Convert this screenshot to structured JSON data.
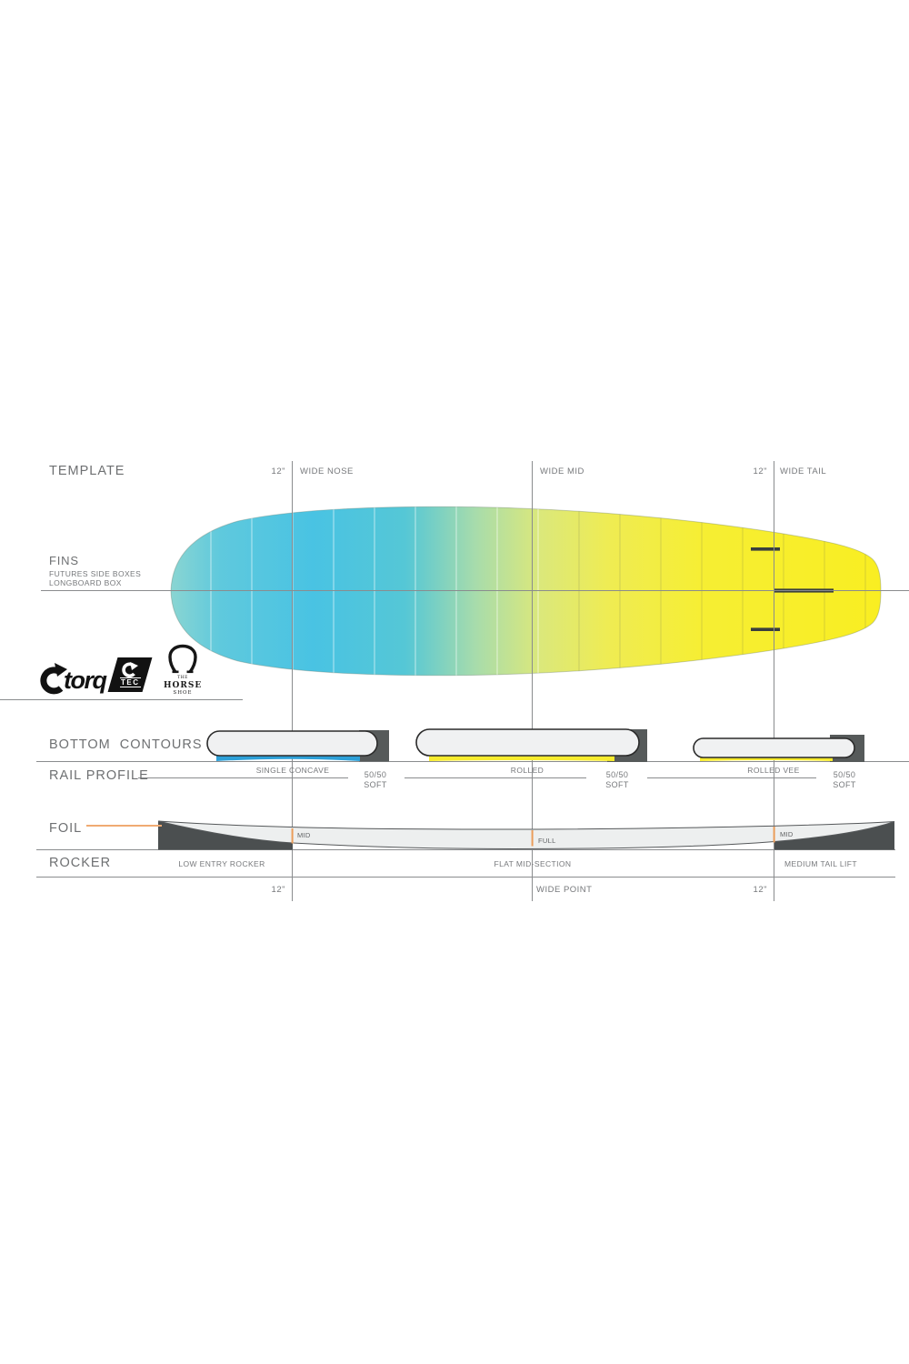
{
  "template": {
    "heading": "TEMPLATE",
    "nose_offset": "12\"",
    "wide_nose": "WIDE NOSE",
    "wide_mid": "WIDE MID",
    "tail_offset": "12\"",
    "wide_tail": "WIDE TAIL"
  },
  "fins": {
    "heading": "FINS",
    "box_line1": "FUTURES SIDE BOXES",
    "box_line2": "LONGBOARD BOX"
  },
  "brand": {
    "torq": "torq",
    "tec": "TEC",
    "horseshoe_top": "THE",
    "horseshoe_mid": "HORSE",
    "horseshoe_bottom": "SHOE"
  },
  "bottom_contours": {
    "heading": "BOTTOM CONTOURS",
    "types": [
      "SINGLE CONCAVE",
      "ROLLED",
      "ROLLED VEE"
    ]
  },
  "rail_profile": {
    "heading": "RAIL PROFILE",
    "rails": [
      {
        "ratio": "50/50",
        "type": "SOFT"
      },
      {
        "ratio": "50/50",
        "type": "SOFT"
      },
      {
        "ratio": "50/50",
        "type": "SOFT"
      }
    ]
  },
  "foil": {
    "heading": "FOIL",
    "nose": "MID",
    "mid": "FULL",
    "tail": "MID"
  },
  "rocker": {
    "heading": "ROCKER",
    "nose": "LOW ENTRY ROCKER",
    "mid": "FLAT MID-SECTION",
    "tail": "MEDIUM TAIL LIFT",
    "nose_offset": "12\"",
    "wide_point": "WIDE POINT",
    "tail_offset": "12\""
  },
  "colors": {
    "board_blue": "#49c3e3",
    "board_yellow": "#f8ee2b",
    "concave_blue": "#2da0d8",
    "contour_yellow": "#f8ec2e",
    "rail_block_gray": "#565a5a",
    "foil_dark": "#4b4f50",
    "accent_orange": "#f0aa72",
    "line_gray": "#8a8c8e",
    "text_gray": "#6e7072"
  }
}
